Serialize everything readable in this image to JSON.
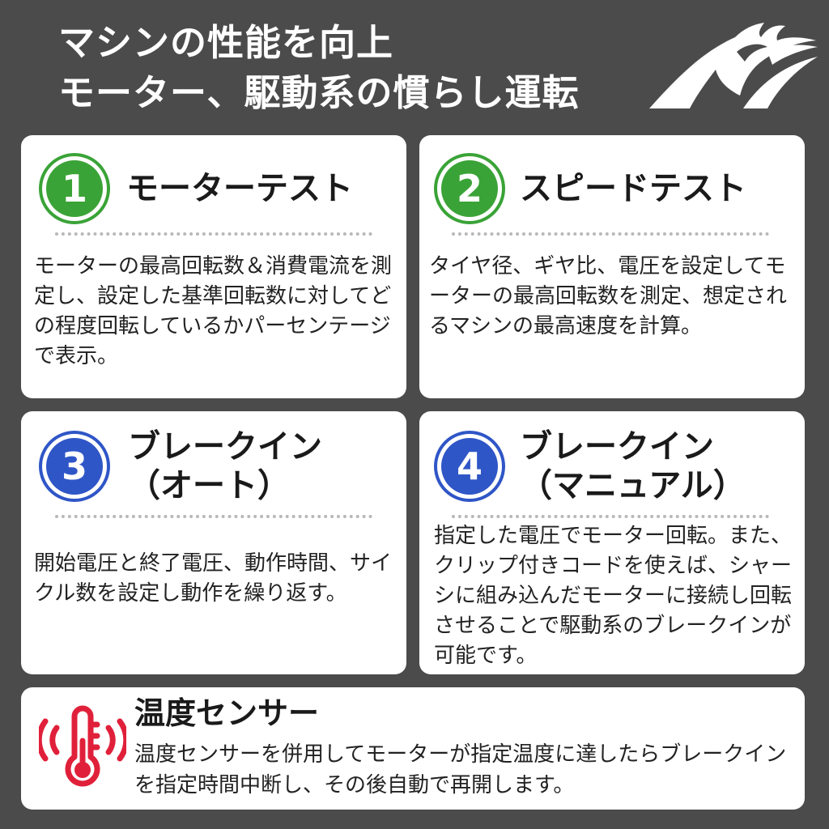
{
  "header": {
    "line1": "マシンの性能を向上",
    "line2": "モーター、駆動系の慣らし運転"
  },
  "cards": [
    {
      "number": "1",
      "title_lines": [
        "モーターテスト"
      ],
      "body": "モーターの最高回転数＆消費電流を測定し、設定した基準回転数に対してどの程度回転しているかパーセンテージで表示。"
    },
    {
      "number": "2",
      "title_lines": [
        "スピードテスト"
      ],
      "body": "タイヤ径、ギヤ比、電圧を設定してモーターの最高回転数を測定、想定されるマシンの最高速度を計算。"
    },
    {
      "number": "3",
      "title_lines": [
        "ブレークイン",
        "（オート）"
      ],
      "body": "開始電圧と終了電圧、動作時間、サイクル数を設定し動作を繰り返す。"
    },
    {
      "number": "4",
      "title_lines": [
        "ブレークイン",
        "（マニュアル）"
      ],
      "body": "指定した電圧でモーター回転。また、クリップ付きコードを使えば、シャーシに組み込んだモーターに接続し回転させることで駆動系のブレークインが可能です。"
    }
  ],
  "sensor": {
    "title": "温度センサー",
    "body": "温度センサーを併用してモーターが指定温度に達したらブレークインを指定時間中断し、その後自動で再開します。",
    "icon": "thermometer-icon"
  },
  "colors": {
    "background": "#4b4b4b",
    "green": "#3aa337",
    "blue": "#2f56c7",
    "sensor_red": "#e0203a"
  }
}
